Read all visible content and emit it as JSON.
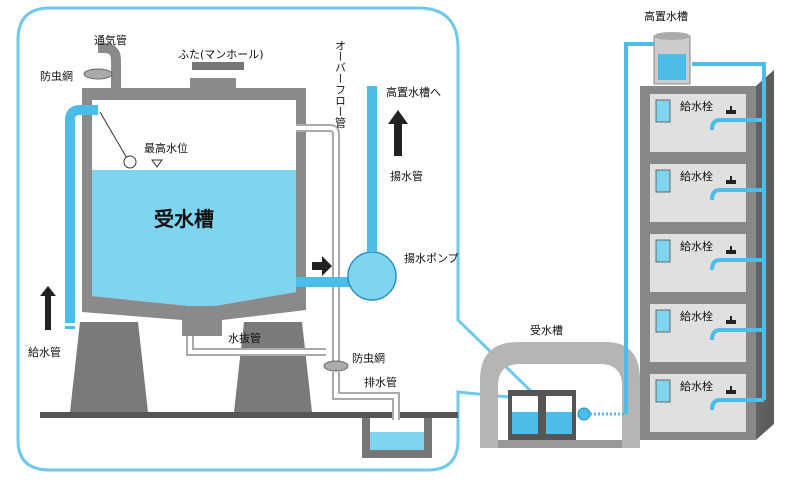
{
  "colors": {
    "water": "#7fd4f0",
    "pipe": "#4bbde8",
    "pipe_stroke": "#2a8fc0",
    "wall": "#8a8a8a",
    "wall_dark": "#4a4a4a",
    "callout_border": "#6fc9ea"
  },
  "detail": {
    "tank_name": "受水槽",
    "vent_pipe": "通気管",
    "insect_screen_top": "防虫網",
    "manhole": "ふた(マンホール)",
    "overflow_pipe": "オーバーフロー管",
    "to_elevated_tank": "高置水槽へ",
    "max_water_level": "最高水位",
    "pump_pipe": "揚水管",
    "pump": "揚水ポンプ",
    "supply_pipe": "給水管",
    "drain_pipe": "水抜管",
    "insect_screen_bottom": "防虫網",
    "drainage_pipe": "排水管"
  },
  "overview": {
    "elevated_tank": "高置水槽",
    "receiving_tank": "受水槽",
    "faucets": [
      "給水栓",
      "給水栓",
      "給水栓",
      "給水栓",
      "給水栓"
    ]
  }
}
